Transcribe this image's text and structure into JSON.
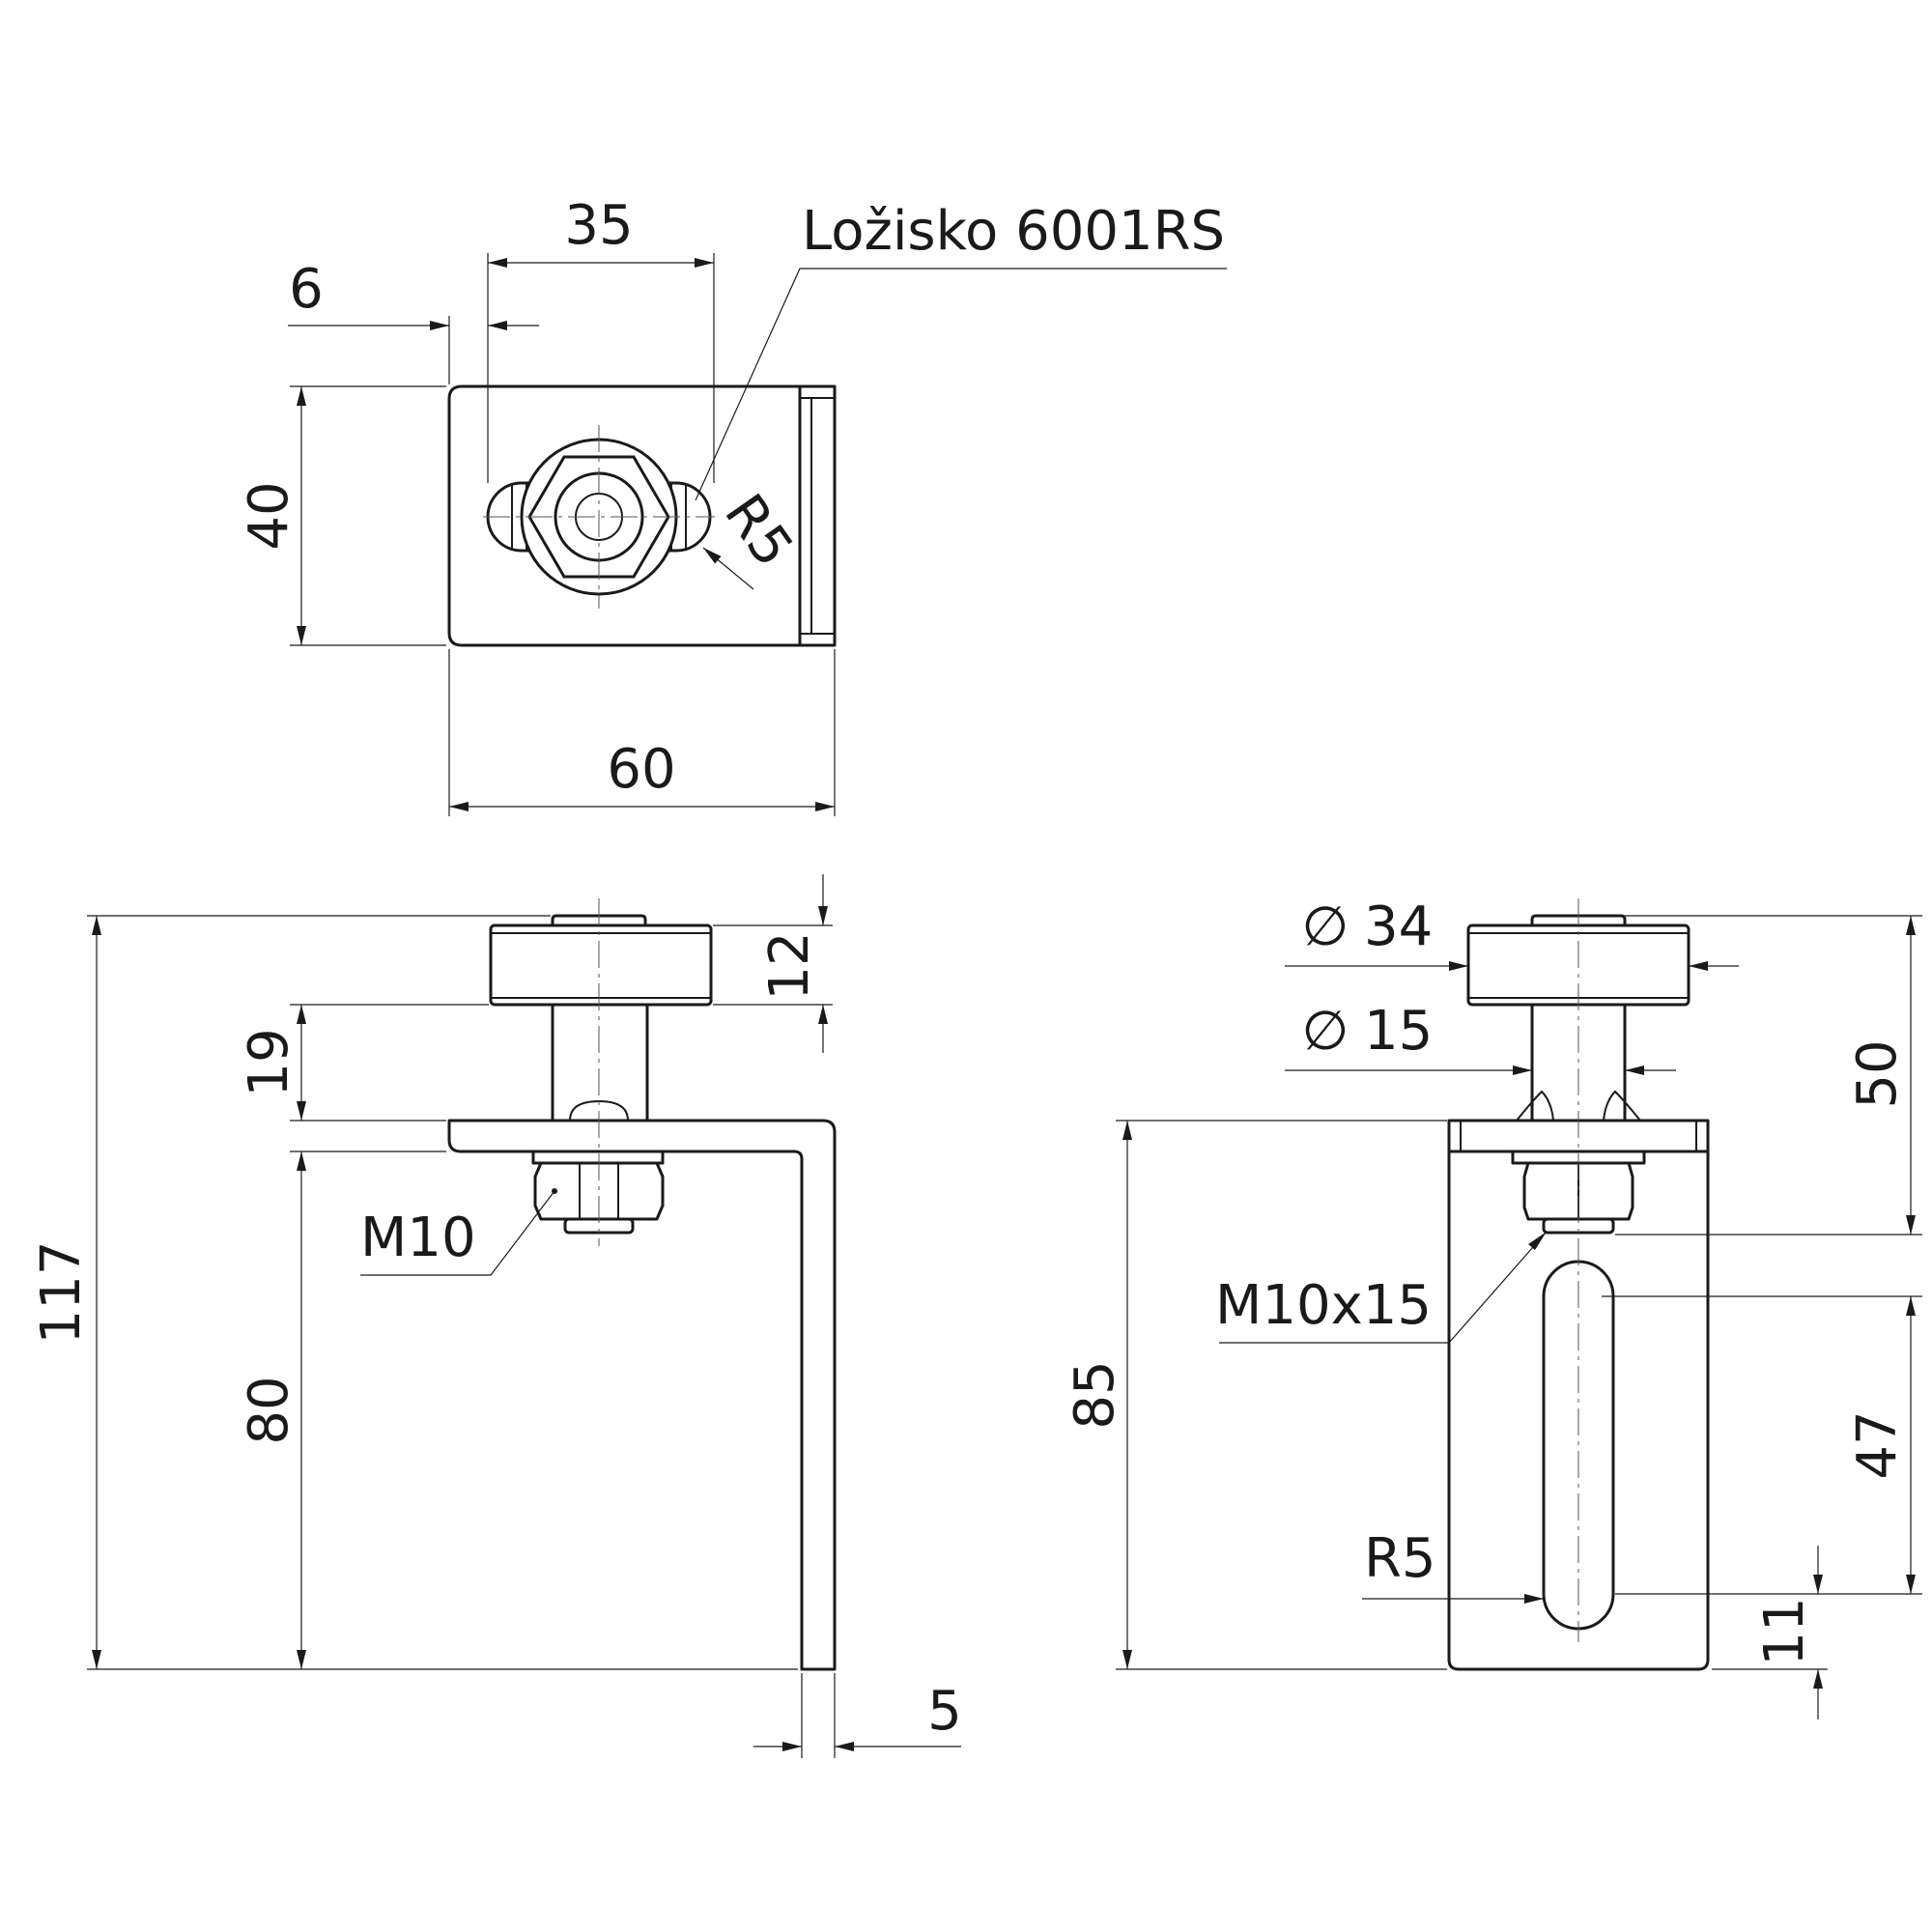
{
  "top_view": {
    "dim_width": "60",
    "dim_height": "40",
    "dim_offset": "6",
    "dim_slot_length": "35",
    "dim_radius": "R5",
    "bearing_label": "Ložisko 6001RS"
  },
  "side_view": {
    "dim_total_height": "117",
    "dim_wheel_height": "12",
    "dim_axle_height": "19",
    "dim_leg_height": "80",
    "dim_thickness": "5",
    "nut_label": "M10"
  },
  "front_view": {
    "dim_wheel_diameter": "34",
    "dim_axle_diameter": "15",
    "dim_top_height": "50",
    "dim_plate_height": "85",
    "dim_slot_length": "47",
    "dim_slot_bottom": "11",
    "dim_slot_radius": "R5",
    "screw_label": "M10x15"
  },
  "symbols": {
    "diameter": "∅"
  }
}
